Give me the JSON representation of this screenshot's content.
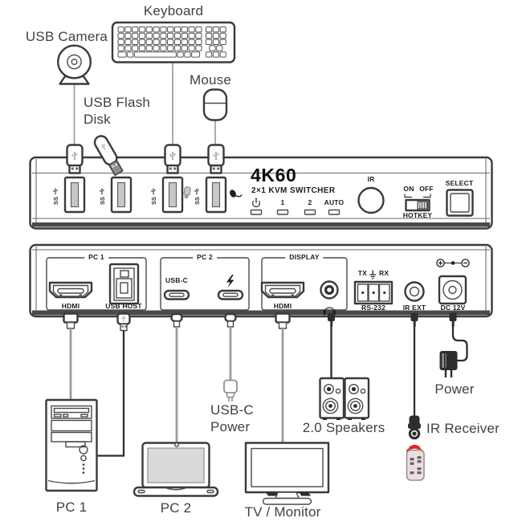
{
  "labels": {
    "keyboard": "Keyboard",
    "usb_camera": "USB Camera",
    "mouse": "Mouse",
    "usb_flash_disk": "USB Flash\nDisk",
    "pc1": "PC 1",
    "pc2": "PC 2",
    "tv_monitor": "TV / Monitor",
    "speakers": "2.0 Speakers",
    "usbc_power": "USB-C\nPower",
    "power": "Power",
    "ir_receiver": "IR Receiver"
  },
  "front_panel": {
    "model": "4K60",
    "product": "2×1 KVM SWITCHER",
    "usb_ss": "SS",
    "indicator_1": "1",
    "indicator_2": "2",
    "indicator_auto": "AUTO",
    "ir": "IR",
    "hotkey_on": "ON",
    "hotkey_off": "OFF",
    "hotkey": "HOTKEY",
    "select": "SELECT"
  },
  "rear_panel": {
    "group_pc1": "PC 1",
    "group_pc2": "PC 2",
    "group_display": "DISPLAY",
    "hdmi_pc1": "HDMI",
    "usb_host": "USB HOST",
    "usb_c": "USB-C",
    "hdmi_display": "HDMI",
    "tx": "TX",
    "rx": "RX",
    "rs232": "RS-232",
    "ir_ext": "IR EXT",
    "dc": "DC 12V"
  },
  "colors": {
    "stroke": "#3a3a3a",
    "ir_red": "#e4231f",
    "remote_pink": "#eddde0",
    "cable_gray": "#9c9c9c"
  }
}
